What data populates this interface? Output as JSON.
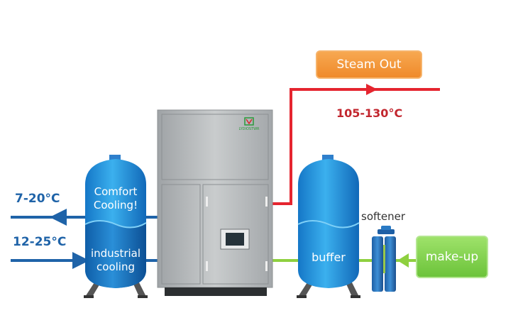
{
  "steam_out": "Steam Out",
  "steam_temp": "105-130°C",
  "left_tank": {
    "top_line1": "Comfort",
    "top_line2": "Cooling!",
    "bottom_line1": "industrial",
    "bottom_line2": "cooling"
  },
  "inlet_top_temp": "7-20°C",
  "inlet_bottom_temp": "12-25°C",
  "buffer_tank": "buffer",
  "softener": "softener",
  "makeup": "make-up",
  "logo_text": "LYDIOSTWR",
  "colors": {
    "blue_pipe": "#1f63a8",
    "red_pipe": "#e5252f",
    "green_pipe": "#8ed03f",
    "tank_blue": "#1e8ad6",
    "orange_badge": "#ef8a2a",
    "green_badge": "#6cc33a"
  }
}
